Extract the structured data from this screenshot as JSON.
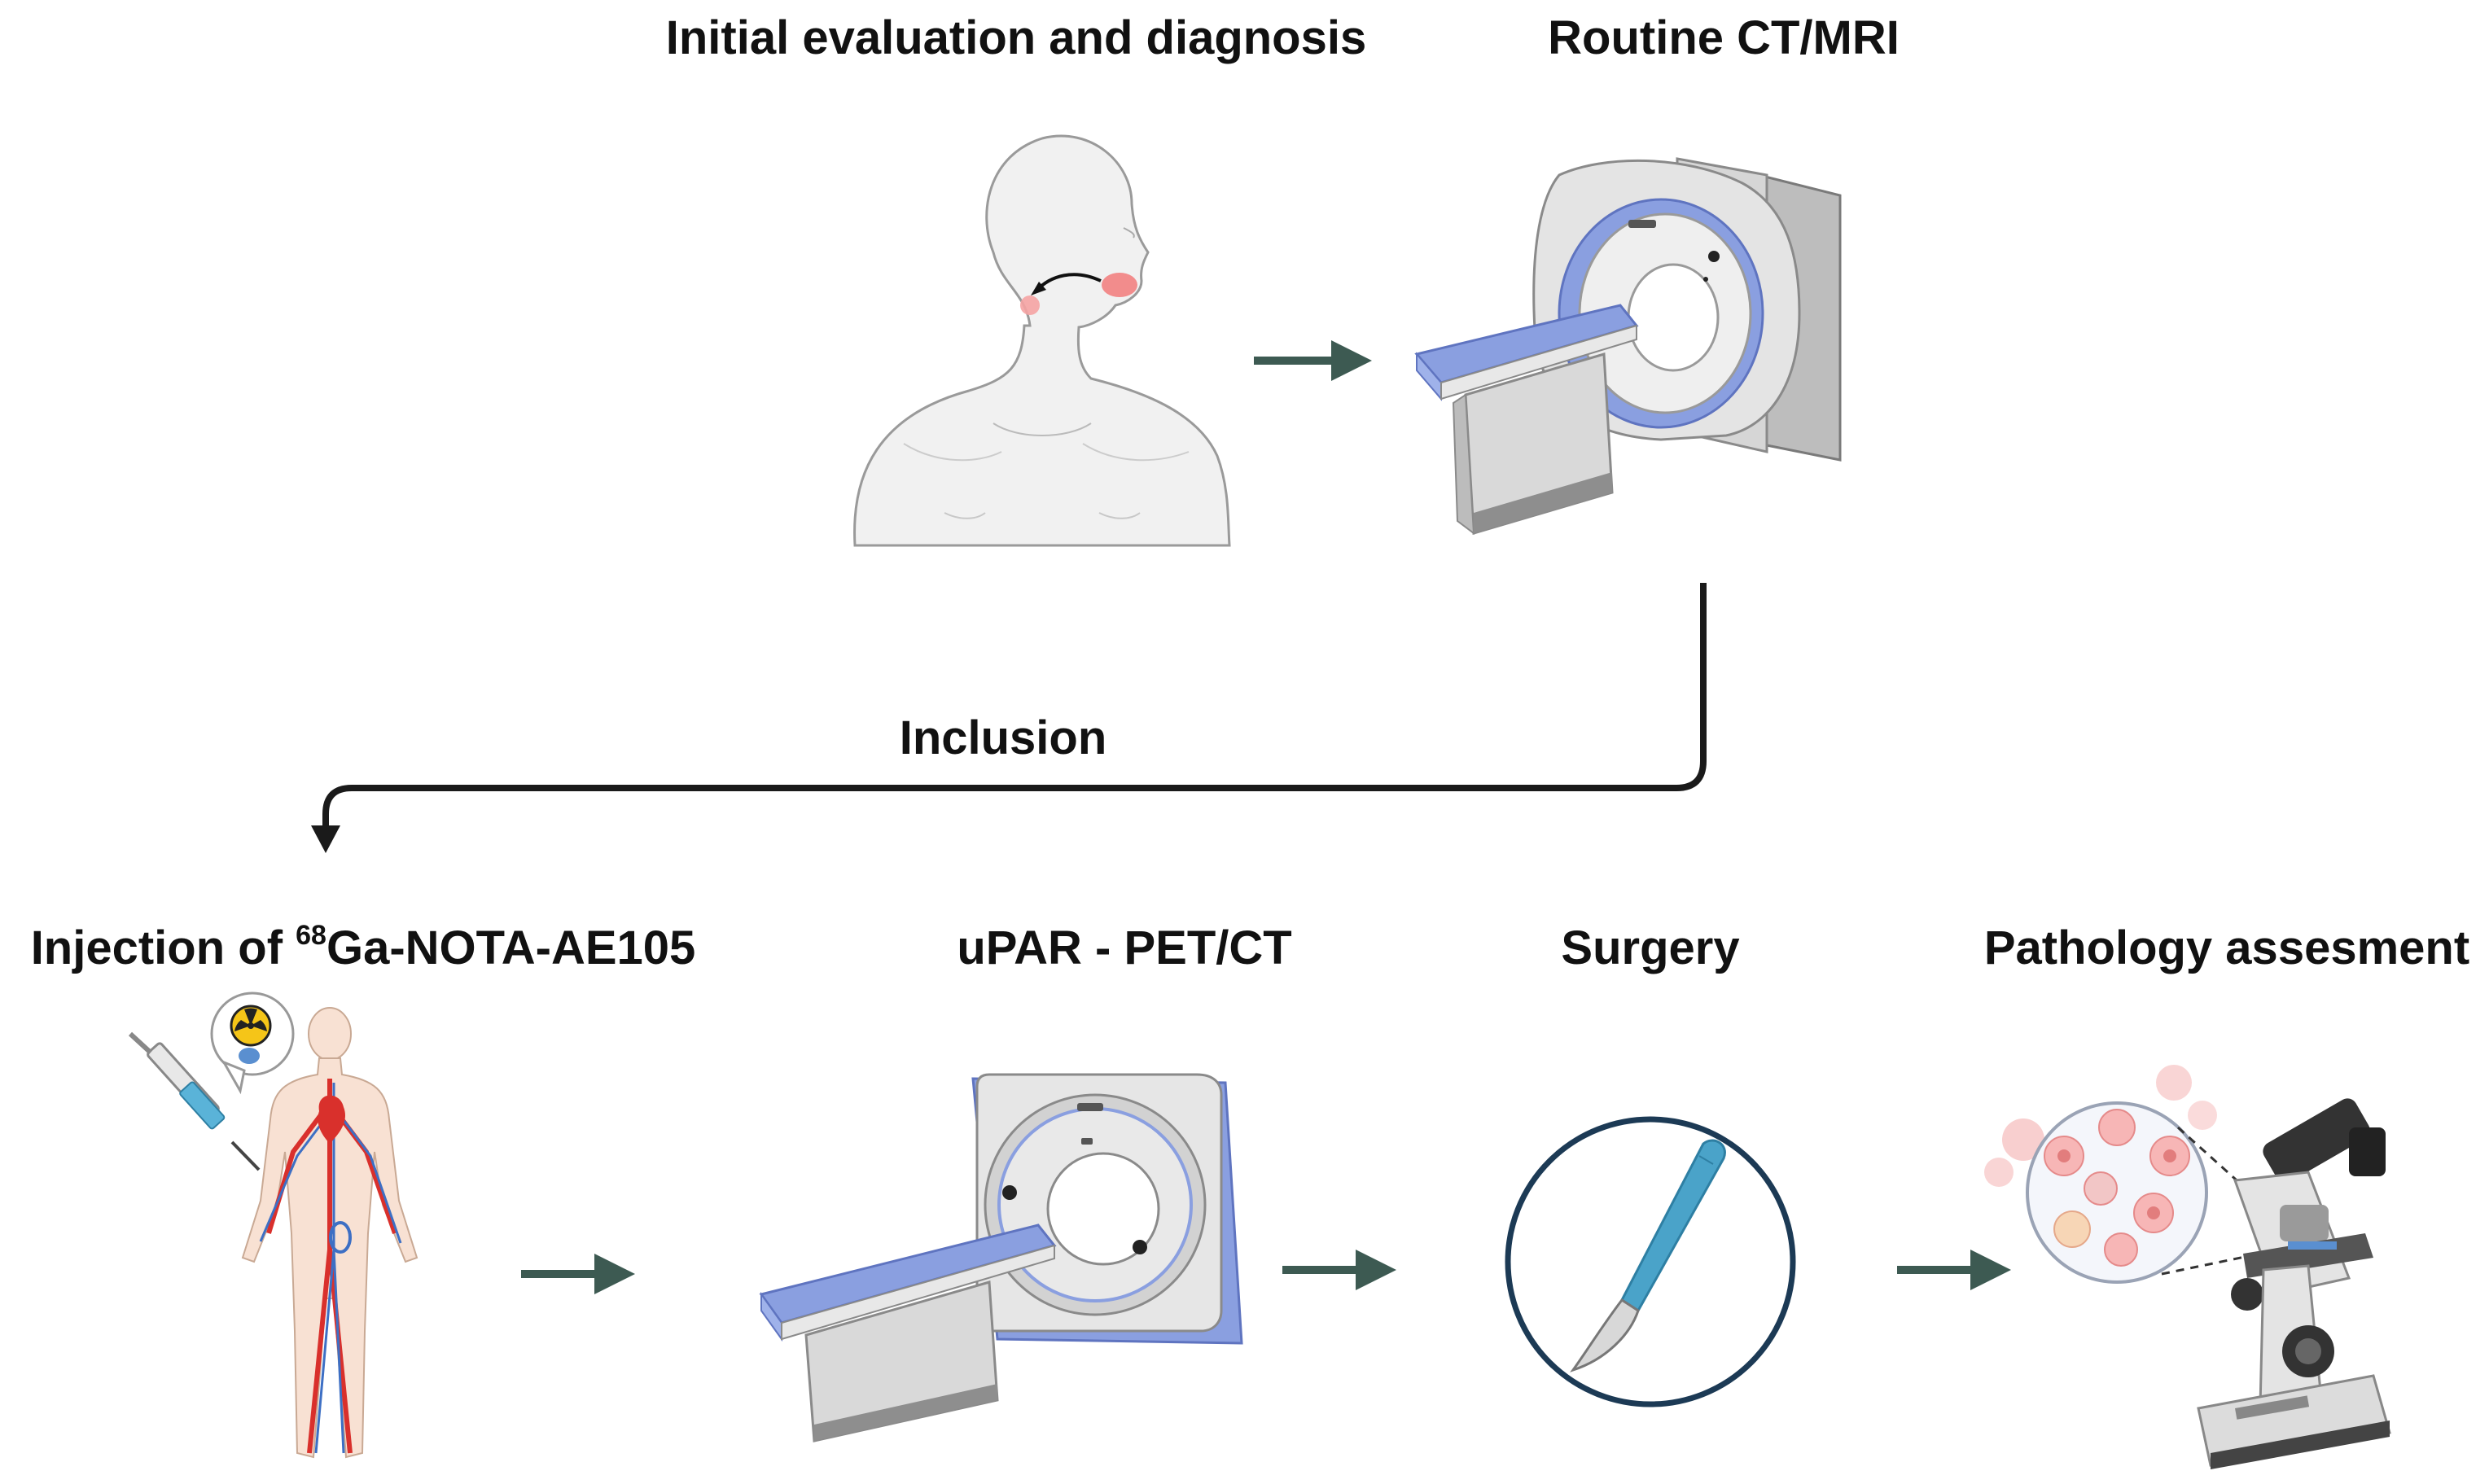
{
  "steps": {
    "initial": {
      "label": "Initial evaluation and diagnosis"
    },
    "routine": {
      "label": "Routine CT/MRI"
    },
    "injection": {
      "prefix": "Injection of ",
      "isotope": "68",
      "compound": "Ga-NOTA-AE105"
    },
    "pet": {
      "label": "uPAR - PET/CT"
    },
    "surgery": {
      "label": "Surgery"
    },
    "pathology": {
      "label": "Pathology assesment"
    }
  },
  "connector": {
    "label": "Inclusion"
  },
  "colors": {
    "arrow": "#3d5a52",
    "scanner_blue": "#8a9fe0",
    "scanner_grey": "#d8d8d8",
    "skin_outline": "#9a9a9a",
    "lesion": "#f28c8c",
    "artery": "#d9302c",
    "vein": "#3d6fc4",
    "scalpel": "#4aa3c9",
    "circle_border": "#1c3a55"
  },
  "icons": [
    "head-neck-figure",
    "mri-scanner",
    "vascular-body",
    "radiation-symbol",
    "syringe-icon",
    "pet-ct-scanner",
    "scalpel-icon",
    "microscope-icon",
    "cell-magnifier"
  ]
}
